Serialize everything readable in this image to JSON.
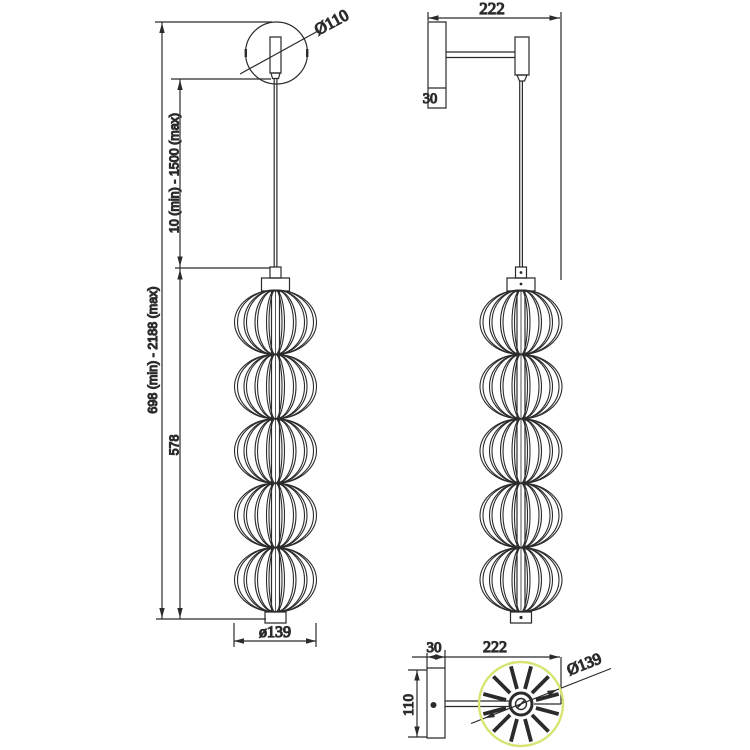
{
  "drawing": {
    "title": "pendant-and-wall-lamp-technical-drawing",
    "colors": {
      "line": "#2b2b2b",
      "accent_circle": "#d8e472",
      "background": "#ffffff"
    },
    "views": {
      "front": {
        "canopy_diameter_label": "Ø110",
        "overall_height_label": "698 (min) - 2188 (max)",
        "cord_length_label": "10 (min) - 1500 (max)",
        "body_height_label": "578",
        "body_diameter_label": "ø139"
      },
      "side": {
        "arm_projection_label": "222",
        "bracket_segment_label": "30"
      },
      "top": {
        "bracket_depth_label": "30",
        "arm_projection_label": "222",
        "backplate_length_label": "110",
        "shade_diameter_label": "Ø139"
      }
    }
  }
}
